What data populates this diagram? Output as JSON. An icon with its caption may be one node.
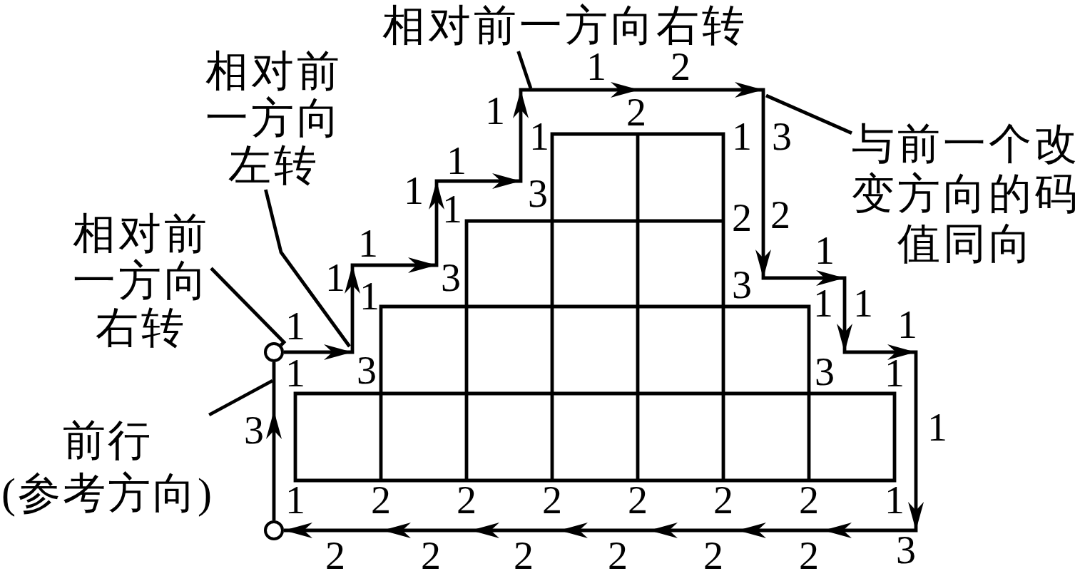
{
  "diagram": {
    "nodes": [
      {
        "text": [
          "相对前一方向右转"
        ]
      },
      {
        "text": [
          "相对前一方向左转"
        ]
      },
      {
        "text": [
          "与前一个改变方向的码值同向"
        ]
      },
      {
        "text": [
          "相对前一方向右转"
        ]
      },
      {
        "text": [],
        "shape": "circle"
      },
      {
        "text": [
          "前行(参考方向)"
        ]
      },
      {
        "text": [],
        "shape": "circle"
      }
    ],
    "edges": [
      {
        "from": 6,
        "to": 4,
        "arrow": "to",
        "label": "3"
      },
      {
        "from": 4,
        "to": 6,
        "arrow": "to"
      },
      {
        "from": 0,
        "to": null,
        "arrow": "none"
      },
      {
        "from": 1,
        "to": null,
        "arrow": "none"
      },
      {
        "from": 2,
        "to": null,
        "arrow": "none"
      },
      {
        "from": 3,
        "to": 4,
        "arrow": "none"
      },
      {
        "from": 5,
        "to": null,
        "arrow": "none"
      }
    ],
    "labels": [
      "1",
      "2",
      "1",
      "2",
      "1",
      "1",
      "3",
      "1",
      "1",
      "3",
      "1",
      "2",
      "2",
      "1",
      "1",
      "1",
      "3",
      "3",
      "1",
      "1",
      "1",
      "1",
      "1",
      "1",
      "3",
      "3",
      "1",
      "1",
      "1",
      "2",
      "2",
      "2",
      "2",
      "2",
      "2",
      "1",
      "2",
      "2",
      "2",
      "2",
      "2",
      "2",
      "3"
    ]
  }
}
